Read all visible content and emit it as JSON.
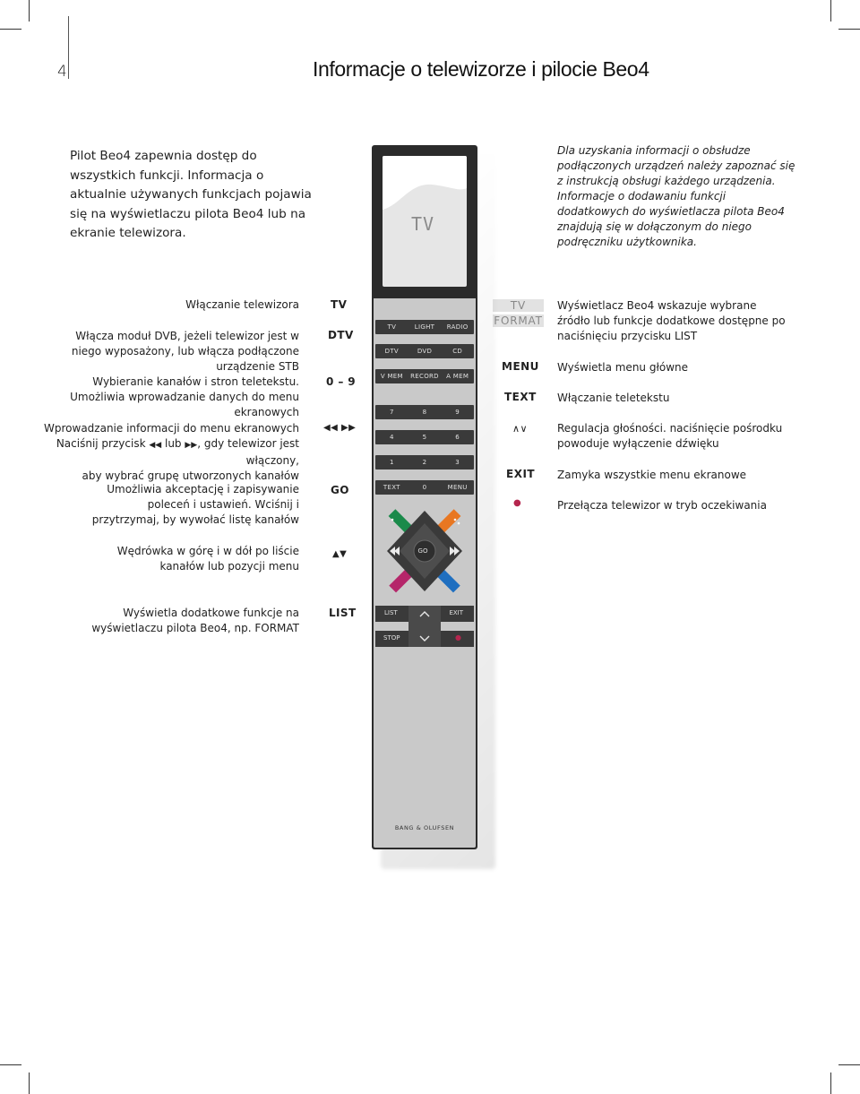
{
  "page": {
    "number": "4",
    "title": "Informacje o telewizorze i pilocie Beo4"
  },
  "intro": "Pilot Beo4 zapewnia dostęp do wszystkich funkcji. Informacja o aktualnie używanych funkcjach pojawia się na wyświetlaczu pilota Beo4 lub na ekranie telewizora.",
  "note": "Dla uzyskania informacji o obsłudze podłączonych urządzeń należy zapoznać się z instrukcją obsługi każdego urządzenia. Informacje o dodawaniu funkcji dodatkowych do wyświetlacza pilota Beo4 znajdują się w dołączonym do niego podręczniku użytkownika.",
  "left_items": [
    {
      "desc": "Włączanie telewizora",
      "key": "TV"
    },
    {
      "desc": "Włącza moduł DVB, jeżeli telewizor jest w niego wyposażony, lub włącza podłączone urządzenie STB",
      "key": "DTV"
    },
    {
      "desc": "Wybieranie kanałów i stron teletekstu. Umożliwia wprowadzanie danych do menu ekranowych",
      "key": "0 – 9"
    },
    {
      "desc_line1": "Wprowadzanie informacji do menu ekranowych",
      "desc_line2_a": "Naciśnij przycisk ",
      "desc_line2_b": " lub ",
      "desc_line2_c": ", gdy telewizor jest włączony,",
      "desc_line3": "aby wybrać grupę utworzonych kanałów",
      "key": "◀◀  ▶▶"
    },
    {
      "desc": "Umożliwia akceptację i zapisywanie poleceń i ustawień. Wciśnij i przytrzymaj, by wywołać listę kanałów",
      "key": "GO"
    },
    {
      "desc": "Wędrówka w górę i w dół po liście kanałów lub pozycji menu",
      "key": "▲▼"
    },
    {
      "desc": "Wyświetla dodatkowe funkcje na wyświetlaczu pilota Beo4, np. FORMAT",
      "key": "LIST"
    }
  ],
  "right_items": [
    {
      "label_a": "TV",
      "label_b": "FORMAT",
      "desc": "Wyświetlacz Beo4 wskazuje wybrane źródło lub funkcje dodatkowe dostępne po naciśnięciu przycisku LIST"
    },
    {
      "key": "MENU",
      "desc": "Wyświetla menu główne"
    },
    {
      "key": "TEXT",
      "desc": "Włączanie teletekstu"
    },
    {
      "key": "∧∨",
      "desc": "Regulacja głośności. naciśnięcie pośrodku powoduje wyłączenie dźwięku"
    },
    {
      "key": "EXIT",
      "desc": "Zamyka wszystkie menu ekranowe"
    },
    {
      "key": "●",
      "desc": "Przełącza telewizor w tryb oczekiwania"
    }
  ],
  "remote": {
    "display": "TV",
    "rows": [
      [
        "TV",
        "LIGHT",
        "RADIO"
      ],
      [
        "DTV",
        "DVD",
        "CD"
      ],
      [
        "V MEM",
        "RECORD",
        "A MEM"
      ],
      [
        "7",
        "8",
        "9"
      ],
      [
        "4",
        "5",
        "6"
      ],
      [
        "1",
        "2",
        "3"
      ],
      [
        "TEXT",
        "0",
        "MENU"
      ]
    ],
    "go": "GO",
    "list": "LIST",
    "exit": "EXIT",
    "stop": "STOP",
    "brand": "BANG & OLUFSEN"
  },
  "colors": {
    "green": "#1a8a4a",
    "orange": "#e87722",
    "magenta": "#b5266a",
    "blue": "#1f6fc0",
    "standby_red": "#b5264e"
  }
}
